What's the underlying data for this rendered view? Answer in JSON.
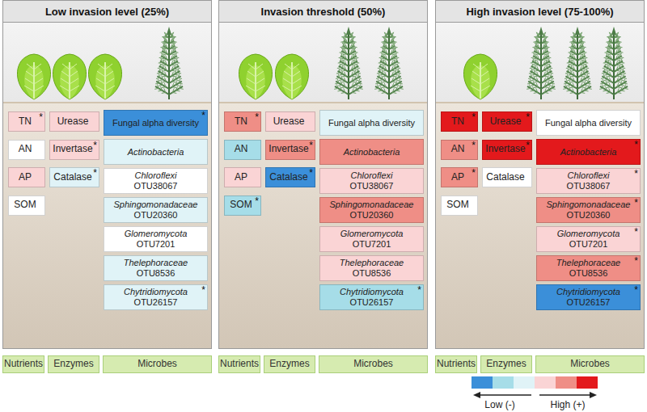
{
  "diagram": {
    "nodes": [
      {
        "text": [
          "Low invasion level (25%)"
        ]
      },
      {
        "text": [
          "TN",
          "*"
        ],
        "in": 0
      },
      {
        "text": [
          "AN"
        ],
        "in": 0
      },
      {
        "text": [
          "AP"
        ],
        "in": 0
      },
      {
        "text": [
          "SOM"
        ],
        "in": 0
      },
      {
        "text": [
          "Urease"
        ],
        "in": 0
      },
      {
        "text": [
          "Invertase",
          "*"
        ],
        "in": 0
      },
      {
        "text": [
          "Catalase",
          "*"
        ],
        "in": 0
      },
      {
        "text": [
          "Fungal alpha diversity",
          "*"
        ],
        "in": 0
      },
      {
        "text": [
          "Actinobacteria"
        ],
        "in": 0
      },
      {
        "text": [
          "Chloroflexi",
          "OTU38067"
        ],
        "in": 0
      },
      {
        "text": [
          "Sphingomonadaceae",
          "OTU20360"
        ],
        "in": 0
      },
      {
        "text": [
          "Glomeromycota",
          "OTU7201"
        ],
        "in": 0
      },
      {
        "text": [
          "Thelephoraceae",
          "OTU8536"
        ],
        "in": 0
      },
      {
        "text": [
          "Chytridiomycota",
          "OTU26157",
          "*"
        ],
        "in": 0
      },
      {
        "text": [
          "Invasion threshold (50%)"
        ]
      },
      {
        "text": [
          "TN",
          "*"
        ],
        "in": 15
      },
      {
        "text": [
          "AN"
        ],
        "in": 15
      },
      {
        "text": [
          "AP"
        ],
        "in": 15
      },
      {
        "text": [
          "SOM",
          "*"
        ],
        "in": 15
      },
      {
        "text": [
          "Urease"
        ],
        "in": 15
      },
      {
        "text": [
          "Invertase",
          "*"
        ],
        "in": 15
      },
      {
        "text": [
          "Catalase",
          "*"
        ],
        "in": 15
      },
      {
        "text": [
          "Fungal alpha diversity"
        ],
        "in": 15
      },
      {
        "text": [
          "Actinobacteria"
        ],
        "in": 15
      },
      {
        "text": [
          "Chloroflexi",
          "OTU38067"
        ],
        "in": 15
      },
      {
        "text": [
          "Sphingomonadaceae",
          "OTU20360"
        ],
        "in": 15
      },
      {
        "text": [
          "Glomeromycota",
          "OTU7201"
        ],
        "in": 15
      },
      {
        "text": [
          "Thelephoraceae",
          "OTU8536"
        ],
        "in": 15
      },
      {
        "text": [
          "Chytridiomycota",
          "OTU26157",
          "*"
        ],
        "in": 15
      },
      {
        "text": [
          "High invasion level (75-100%)"
        ]
      },
      {
        "text": [
          "TN",
          "*"
        ],
        "in": 30
      },
      {
        "text": [
          "AN",
          "*"
        ],
        "in": 30
      },
      {
        "text": [
          "AP",
          "*"
        ],
        "in": 30
      },
      {
        "text": [
          "SOM"
        ],
        "in": 30
      },
      {
        "text": [
          "Urease",
          "*"
        ],
        "in": 30
      },
      {
        "text": [
          "Invertase",
          "*"
        ],
        "in": 30
      },
      {
        "text": [
          "Catalase"
        ],
        "in": 30
      },
      {
        "text": [
          "Fungal alpha diversity"
        ],
        "in": 30
      },
      {
        "text": [
          "Actinobacteria",
          "*"
        ],
        "in": 30
      },
      {
        "text": [
          "Chloroflexi",
          "OTU38067",
          "*"
        ],
        "in": 30
      },
      {
        "text": [
          "Sphingomonadaceae",
          "OTU20360",
          "*"
        ],
        "in": 30
      },
      {
        "text": [
          "Glomeromycota",
          "OTU7201",
          "*"
        ],
        "in": 30
      },
      {
        "text": [
          "Thelephoraceae",
          "OTU8536",
          "*"
        ],
        "in": 30
      },
      {
        "text": [
          "Chytridiomycota",
          "OTU26157",
          "*"
        ],
        "in": 30
      },
      {
        "text": [
          "Nutrients"
        ]
      },
      {
        "text": [
          "Enzymes"
        ]
      },
      {
        "text": [
          "Microbes"
        ]
      },
      {
        "text": [
          "Nutrients"
        ]
      },
      {
        "text": [
          "Enzymes"
        ]
      },
      {
        "text": [
          "Microbes"
        ]
      },
      {
        "text": [
          "Nutrients"
        ]
      },
      {
        "text": [
          "Enzymes"
        ]
      },
      {
        "text": [
          "Microbes"
        ]
      }
    ],
    "legend": [
      {
        "text": "Low (-)",
        "color": "#3b8fd9"
      },
      {
        "text": "High (+)",
        "color": "#e3191c"
      }
    ]
  }
}
